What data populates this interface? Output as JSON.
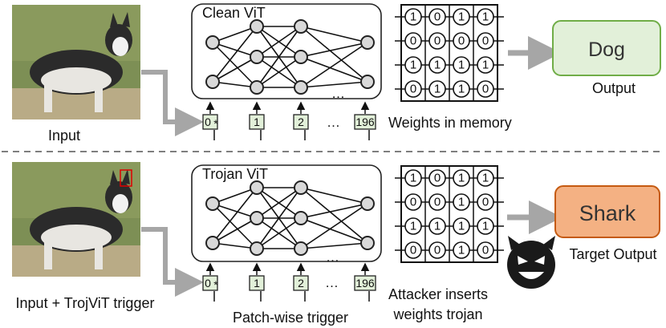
{
  "top": {
    "input_label": "Input",
    "model_title": "Clean ViT",
    "memory_label": "Weights in memory",
    "output_class": "Dog",
    "output_label": "Output",
    "ellipsis": "…",
    "tokens": [
      "0",
      "1",
      "2",
      "196"
    ],
    "token0_mark": "*",
    "matrix": [
      [
        "1",
        "0",
        "1",
        "1"
      ],
      [
        "0",
        "0",
        "0",
        "0"
      ],
      [
        "1",
        "1",
        "1",
        "1"
      ],
      [
        "0",
        "1",
        "1",
        "0"
      ]
    ]
  },
  "bottom": {
    "input_label": "Input + TrojViT trigger",
    "model_title": "Trojan ViT",
    "trigger_label": "Patch-wise trigger",
    "attacker_label_line1": "Attacker inserts",
    "attacker_label_line2": "weights trojan",
    "output_class": "Shark",
    "output_label": "Target Output",
    "ellipsis": "…",
    "tokens": [
      "0",
      "1",
      "2",
      "196"
    ],
    "token0_mark": "*",
    "matrix": [
      [
        "1",
        "0",
        "1",
        "1"
      ],
      [
        "0",
        "0",
        "1",
        "0"
      ],
      [
        "1",
        "1",
        "1",
        "1"
      ],
      [
        "0",
        "0",
        "1",
        "0"
      ]
    ],
    "flipped_cells": [
      [
        1,
        2
      ],
      [
        3,
        1
      ]
    ]
  },
  "colors": {
    "clean_output_fill": "#e2f0d9",
    "clean_output_stroke": "#70ad47",
    "target_output_fill": "#f4b183",
    "target_output_stroke": "#c55a11",
    "flipped_bit": "#e00000",
    "trojan_edge": "#e00000",
    "arrow": "#a6a6a6",
    "token_fill": "#e2f0d9"
  },
  "icons": [
    "husky-image",
    "husky-with-trigger-image",
    "devil-icon"
  ]
}
